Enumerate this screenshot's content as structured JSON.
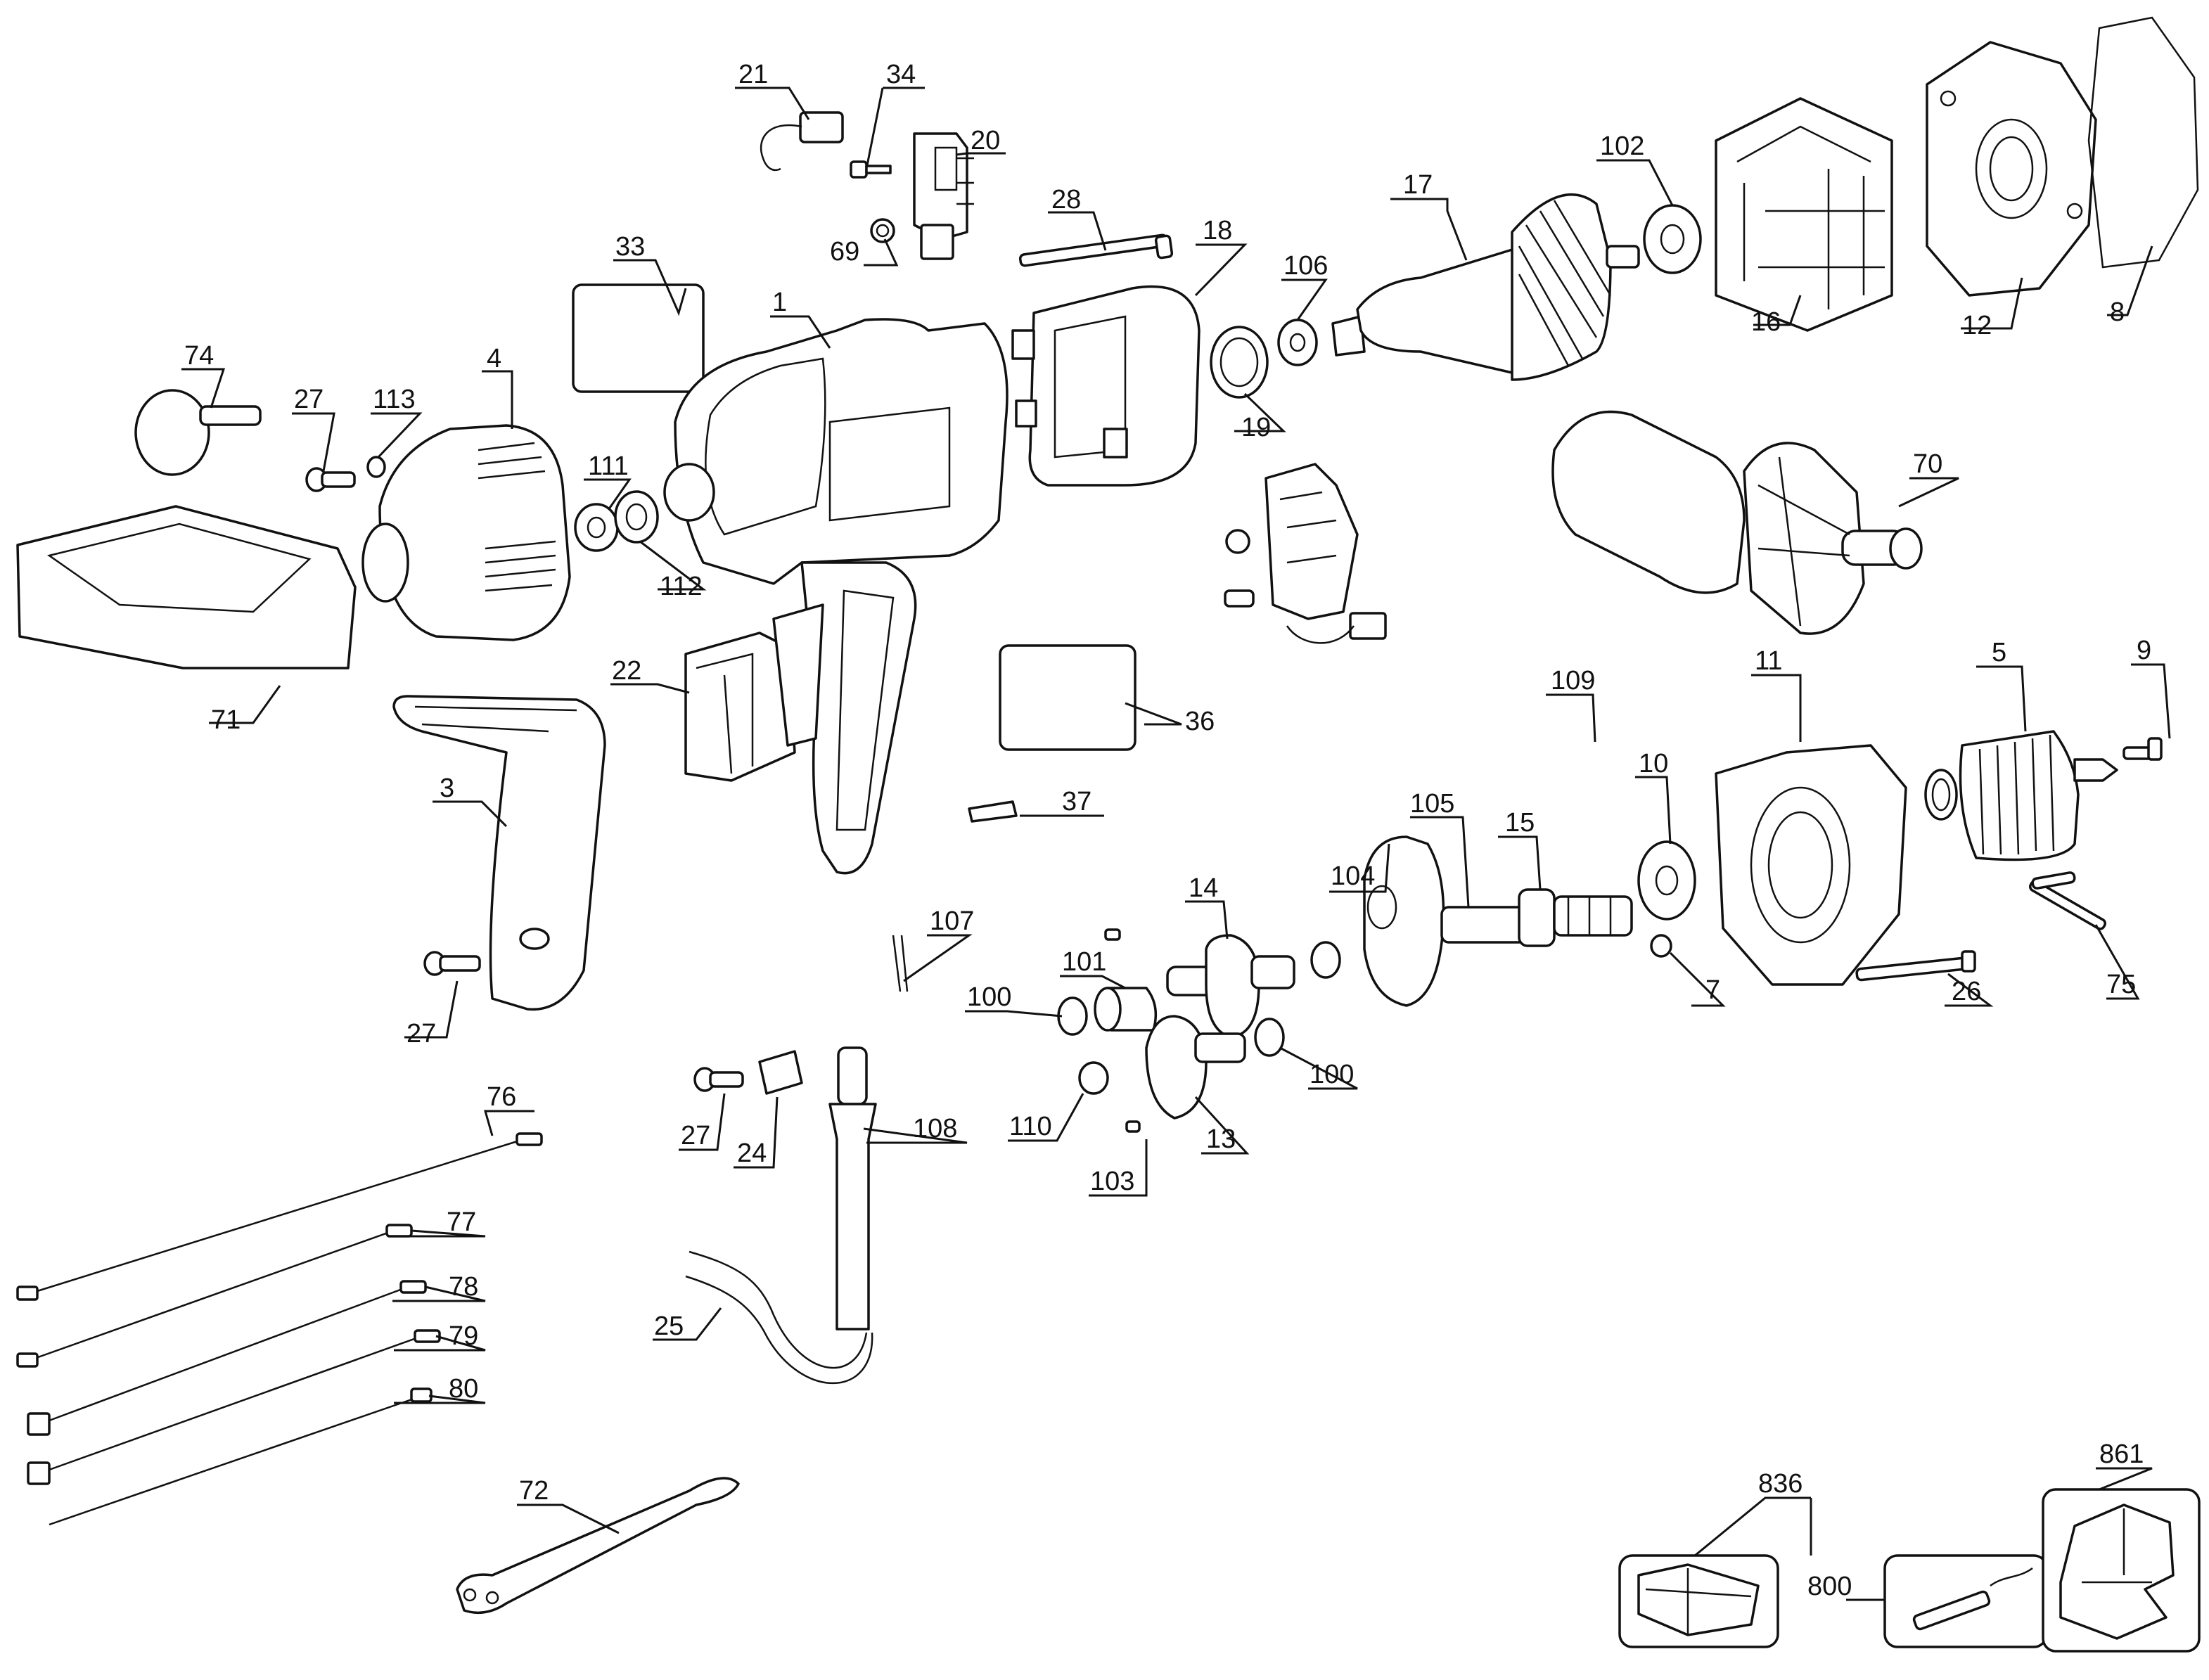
{
  "callouts": {
    "c1": "1",
    "c3": "3",
    "c4": "4",
    "c5": "5",
    "c7": "7",
    "c8": "8",
    "c9": "9",
    "c10": "10",
    "c11": "11",
    "c12": "12",
    "c13": "13",
    "c14": "14",
    "c15": "15",
    "c16": "16",
    "c17": "17",
    "c18": "18",
    "c19": "19",
    "c20": "20",
    "c21": "21",
    "c22": "22",
    "c24": "24",
    "c25": "25",
    "c26": "26",
    "c27a": "27",
    "c27b": "27",
    "c27c": "27",
    "c28": "28",
    "c33": "33",
    "c34": "34",
    "c36": "36",
    "c37": "37",
    "c69": "69",
    "c70": "70",
    "c71": "71",
    "c72": "72",
    "c74": "74",
    "c75": "75",
    "c76": "76",
    "c77": "77",
    "c78": "78",
    "c79": "79",
    "c80": "80",
    "c100a": "100",
    "c100b": "100",
    "c101": "101",
    "c102": "102",
    "c103": "103",
    "c104": "104",
    "c105": "105",
    "c106": "106",
    "c107": "107",
    "c108": "108",
    "c109": "109",
    "c110": "110",
    "c111": "111",
    "c112": "112",
    "c113": "113",
    "c800": "800",
    "c836": "836",
    "c861": "861"
  }
}
